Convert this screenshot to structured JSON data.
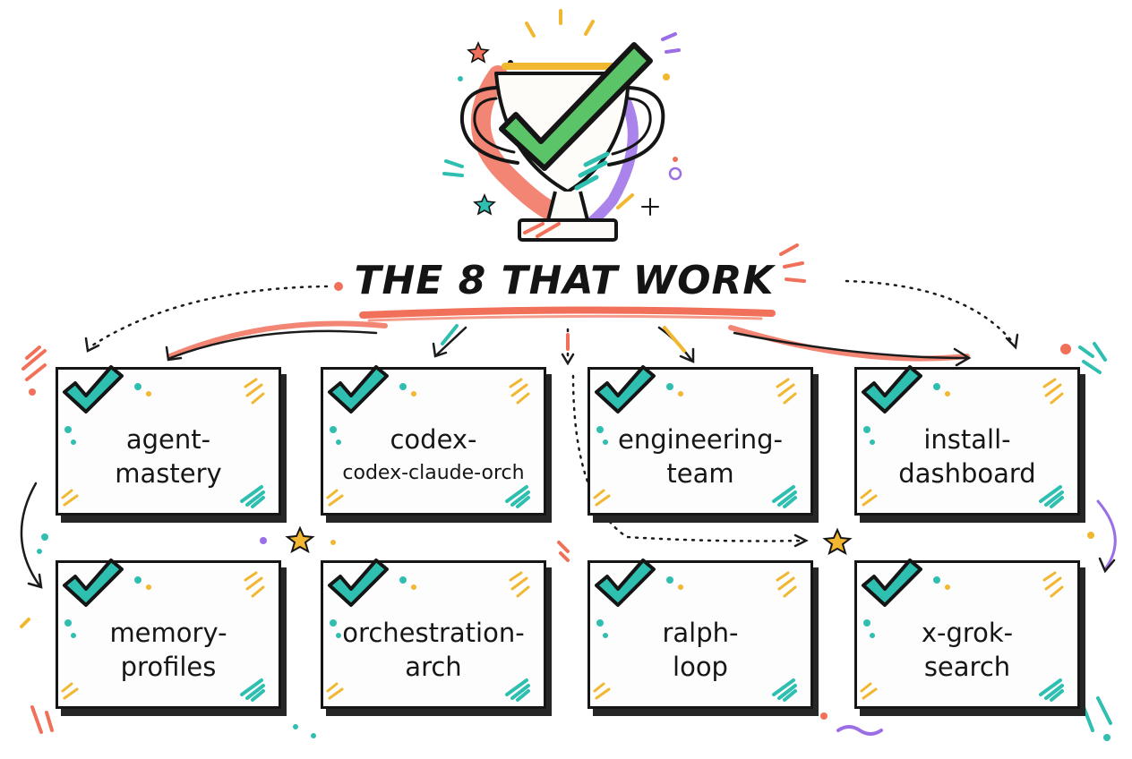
{
  "title": "The 8 That Work",
  "icons": {
    "hero": "trophy-with-checkmark-icon",
    "card_mark": "checkmark-icon",
    "sparkle": "star-icon"
  },
  "colors": {
    "ink": "#151515",
    "check_green": "#5cc468",
    "teal": "#2ebfb0",
    "coral": "#f0705a",
    "yellow": "#f2b730",
    "purple": "#9b6ee6"
  },
  "cards": [
    {
      "line1": "agent-",
      "line2": "mastery"
    },
    {
      "line1": "codex-",
      "line2": "codex-claude-orch"
    },
    {
      "line1": "engineering-",
      "line2": "team"
    },
    {
      "line1": "install-",
      "line2": "dashboard"
    },
    {
      "line1": "memory-",
      "line2": "profiles"
    },
    {
      "line1": "orchestration-",
      "line2": "arch"
    },
    {
      "line1": "ralph-",
      "line2": "loop"
    },
    {
      "line1": "x-grok-",
      "line2": "search"
    }
  ]
}
